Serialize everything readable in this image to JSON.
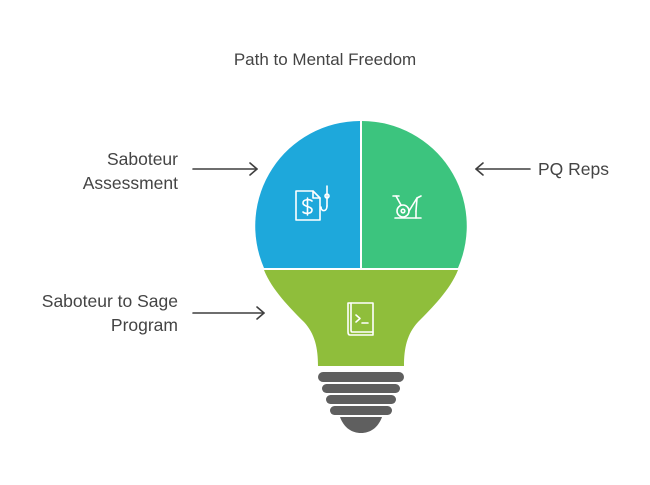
{
  "title": "Path to Mental Freedom",
  "sections": {
    "assessment": {
      "label_lines": [
        "Saboteur",
        "Assessment"
      ],
      "color": "#1ea8db",
      "icon": "dollar-document-hook-icon"
    },
    "pq_reps": {
      "label_lines": [
        "PQ Reps"
      ],
      "color": "#3cc47e",
      "icon": "exercise-bike-icon"
    },
    "program": {
      "label_lines": [
        "Saboteur to Sage",
        "Program"
      ],
      "color": "#8fbe3b",
      "icon": "terminal-book-icon"
    }
  },
  "bulb_base_color": "#5f5f5f",
  "arrow_color": "#3f3f3f"
}
